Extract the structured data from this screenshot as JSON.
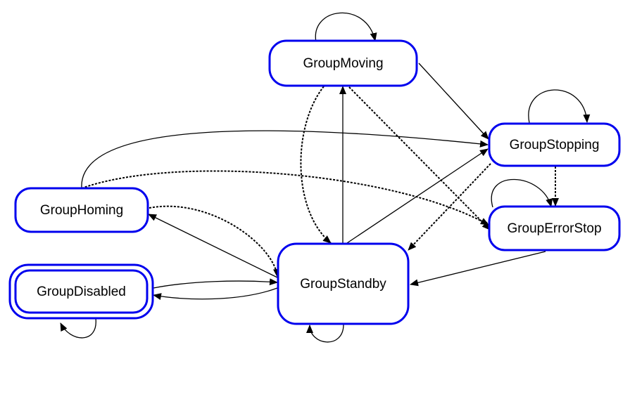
{
  "nodes": [
    {
      "id": "GroupMoving",
      "label": "GroupMoving",
      "double": false
    },
    {
      "id": "GroupStopping",
      "label": "GroupStopping",
      "double": false
    },
    {
      "id": "GroupHoming",
      "label": "GroupHoming",
      "double": false
    },
    {
      "id": "GroupErrorStop",
      "label": "GroupErrorStop",
      "double": false
    },
    {
      "id": "GroupDisabled",
      "label": "GroupDisabled",
      "double": true
    },
    {
      "id": "GroupStandby",
      "label": "GroupStandby",
      "double": false
    }
  ],
  "edges": [
    {
      "from": "GroupMoving",
      "to": "GroupMoving",
      "style": "solid"
    },
    {
      "from": "GroupMoving",
      "to": "GroupStopping",
      "style": "solid"
    },
    {
      "from": "GroupMoving",
      "to": "GroupStandby",
      "style": "dashed"
    },
    {
      "from": "GroupMoving",
      "to": "GroupErrorStop",
      "style": "dashed"
    },
    {
      "from": "GroupStopping",
      "to": "GroupStopping",
      "style": "solid"
    },
    {
      "from": "GroupStopping",
      "to": "GroupErrorStop",
      "style": "dashed"
    },
    {
      "from": "GroupStopping",
      "to": "GroupStandby",
      "style": "dashed"
    },
    {
      "from": "GroupErrorStop",
      "to": "GroupErrorStop",
      "style": "solid"
    },
    {
      "from": "GroupErrorStop",
      "to": "GroupStandby",
      "style": "solid"
    },
    {
      "from": "GroupHoming",
      "to": "GroupStopping",
      "style": "solid"
    },
    {
      "from": "GroupHoming",
      "to": "GroupErrorStop",
      "style": "dashed"
    },
    {
      "from": "GroupHoming",
      "to": "GroupStandby",
      "style": "dashed"
    },
    {
      "from": "GroupStandby",
      "to": "GroupHoming",
      "style": "solid"
    },
    {
      "from": "GroupStandby",
      "to": "GroupMoving",
      "style": "solid"
    },
    {
      "from": "GroupStandby",
      "to": "GroupStopping",
      "style": "solid"
    },
    {
      "from": "GroupStandby",
      "to": "GroupDisabled",
      "style": "solid"
    },
    {
      "from": "GroupDisabled",
      "to": "GroupStandby",
      "style": "solid"
    },
    {
      "from": "GroupStandby",
      "to": "GroupStandby",
      "style": "solid"
    },
    {
      "from": "GroupDisabled",
      "to": "GroupDisabled",
      "style": "solid"
    }
  ],
  "colors": {
    "node_border": "#0000ee",
    "edge": "#000000",
    "text": "#000000",
    "background": "#ffffff"
  }
}
